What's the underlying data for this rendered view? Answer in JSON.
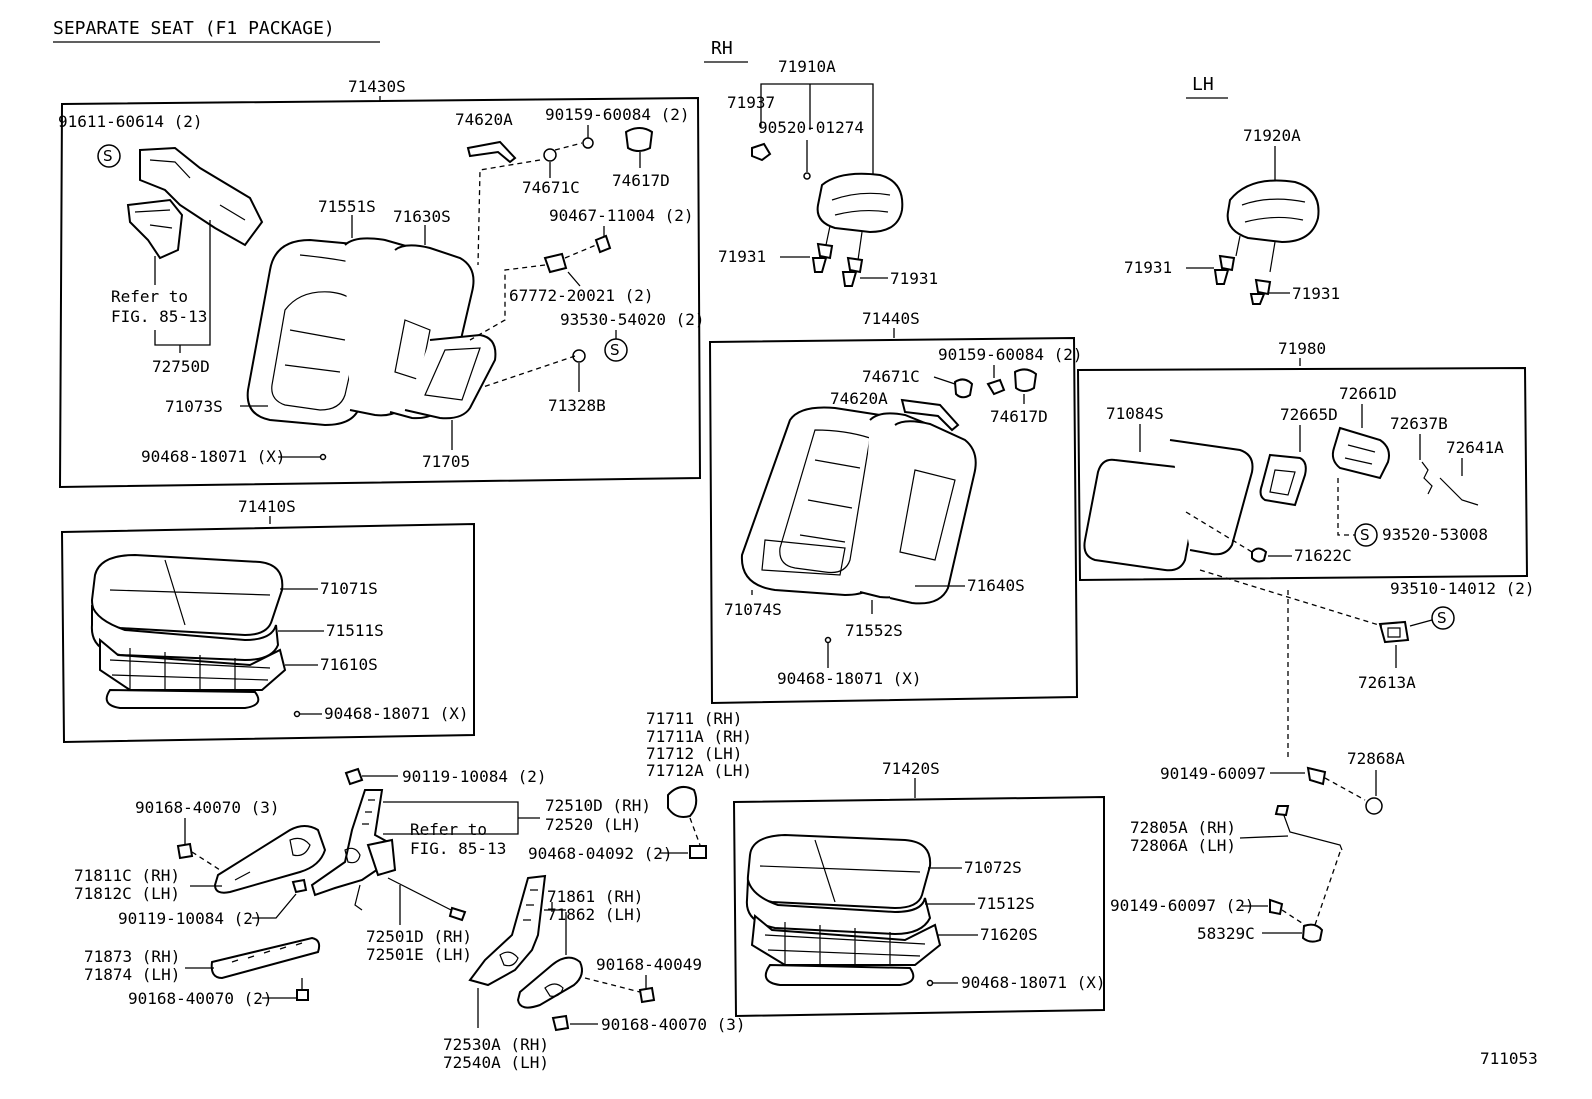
{
  "title": "SEPARATE SEAT (F1 PACKAGE)",
  "figure_number": "711053",
  "side_labels": {
    "rh": "RH",
    "lh": "LH"
  },
  "s_symbol": "S",
  "callouts": {
    "c71430S": "71430S",
    "c91611": "91611-60614 (2)",
    "c74620A_1": "74620A",
    "c90159_1": "90159-60084 (2)",
    "c71551S": "71551S",
    "c71630S": "71630S",
    "c74671C_1": "74671C",
    "c74617D_1": "74617D",
    "c90467": "90467-11004 (2)",
    "c67772": "67772-20021 (2)",
    "c93530": "93530-54020 (2)",
    "c71328B": "71328B",
    "c71073S": "71073S",
    "c90468_1": "90468-18071 (X)",
    "c71705": "71705",
    "refer1_a": "Refer to",
    "refer1_b": "FIG. 85-13",
    "c72750D": "72750D",
    "c71410S": "71410S",
    "c71071S": "71071S",
    "c71511S": "71511S",
    "c71610S": "71610S",
    "c90468_2": "90468-18071 (X)",
    "c71910A": "71910A",
    "c71937": "71937",
    "c90520": "90520-01274",
    "c71931_a": "71931",
    "c71931_b": "71931",
    "c71920A": "71920A",
    "c71931_c": "71931",
    "c71931_d": "71931",
    "c71440S": "71440S",
    "c90159_2": "90159-60084 (2)",
    "c74671C_2": "74671C",
    "c74620A_2": "74620A",
    "c74617D_2": "74617D",
    "c71074S": "71074S",
    "c71552S": "71552S",
    "c71640S": "71640S",
    "c90468_3": "90468-18071 (X)",
    "c71980": "71980",
    "c71084S": "71084S",
    "c72665D": "72665D",
    "c72661D": "72661D",
    "c72637B": "72637B",
    "c72641A": "72641A",
    "c93520": "93520-53008",
    "c71622C": "71622C",
    "c93510": "93510-14012 (2)",
    "c72613A": "72613A",
    "c71711": "71711  (RH)",
    "c71711A": "71711A (RH)",
    "c71712": "71712  (LH)",
    "c71712A": "71712A (LH)",
    "c90468_04092": "90468-04092 (2)",
    "c90119_1": "90119-10084 (2)",
    "c72510D": "72510D (RH)",
    "c72520": "72520  (LH)",
    "refer2_a": "Refer to",
    "refer2_b": "FIG. 85-13",
    "c90168_1": "90168-40070 (3)",
    "c71811C": "71811C (RH)",
    "c71812C": "71812C (LH)",
    "c90119_2": "90119-10084 (2)",
    "c72501D": "72501D (RH)",
    "c72501E": "72501E (LH)",
    "c71873": "71873 (RH)",
    "c71874": "71874 (LH)",
    "c90168_2": "90168-40070 (2)",
    "c71861": "71861 (RH)",
    "c71862": "71862 (LH)",
    "c90168_40049": "90168-40049",
    "c90168_3": "90168-40070 (3)",
    "c72530A": "72530A (RH)",
    "c72540A": "72540A (LH)",
    "c71420S": "71420S",
    "c71072S": "71072S",
    "c71512S": "71512S",
    "c71620S": "71620S",
    "c90468_4": "90468-18071 (X)",
    "c90149_1": "90149-60097",
    "c72868A": "72868A",
    "c72805A": "72805A (RH)",
    "c72806A": "72806A (LH)",
    "c90149_2": "90149-60097 (2)",
    "c58329C": "58329C"
  }
}
